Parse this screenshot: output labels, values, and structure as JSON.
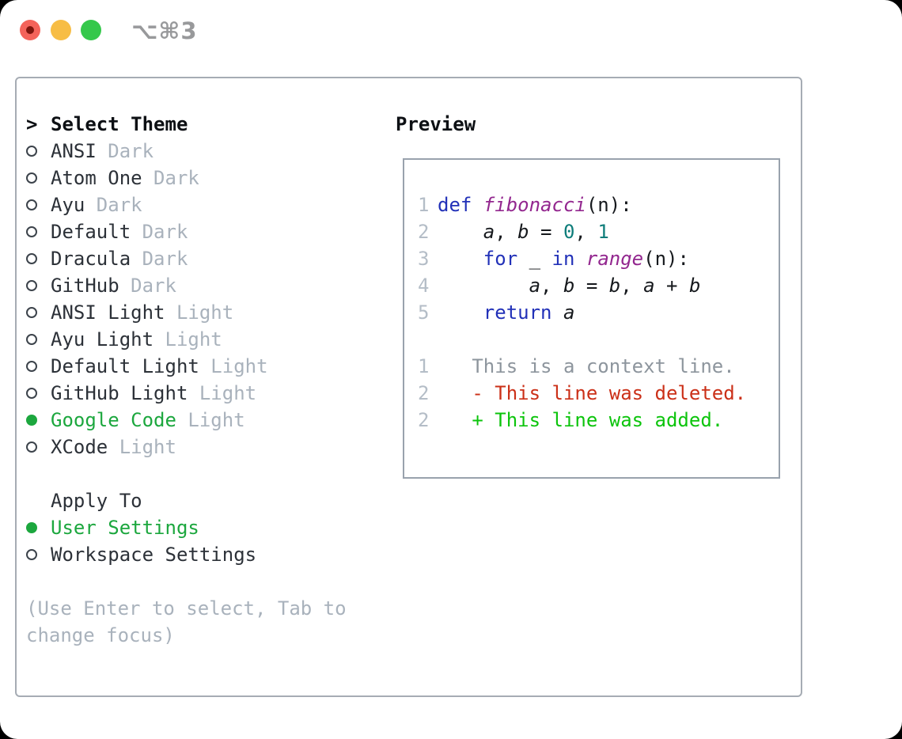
{
  "window": {
    "title": "⌥⌘3"
  },
  "colors": {
    "accent_green": "#1ca73e",
    "muted": "#a9b2bc",
    "text_dark": "#2c3138",
    "header_dark": "#0d1014",
    "panel_border": "#a6acb4",
    "preview_border": "#99a2ad",
    "line_number": "#b4bdc7",
    "syntax_keyword": "#2231b8",
    "syntax_function": "#93278f",
    "syntax_literal": "#0e7d7a",
    "syntax_plain": "#16191d",
    "diff_context": "#8d959d",
    "diff_deleted": "#cb3018",
    "diff_added": "#0cc40c",
    "titlebar_text": "#98999b",
    "traffic_red": "#f4635a",
    "traffic_red_dot": "#7e150d",
    "traffic_yellow": "#f7bd45",
    "traffic_green": "#35c84b"
  },
  "theme_panel": {
    "header": {
      "cursor": ">",
      "label": "Select Theme"
    },
    "themes": [
      {
        "name": "ANSI",
        "variant": "Dark",
        "selected": false
      },
      {
        "name": "Atom One",
        "variant": "Dark",
        "selected": false
      },
      {
        "name": "Ayu",
        "variant": "Dark",
        "selected": false
      },
      {
        "name": "Default",
        "variant": "Dark",
        "selected": false
      },
      {
        "name": "Dracula",
        "variant": "Dark",
        "selected": false
      },
      {
        "name": "GitHub",
        "variant": "Dark",
        "selected": false
      },
      {
        "name": "ANSI Light",
        "variant": "Light",
        "selected": false
      },
      {
        "name": "Ayu Light",
        "variant": "Light",
        "selected": false
      },
      {
        "name": "Default Light",
        "variant": "Light",
        "selected": false
      },
      {
        "name": "GitHub Light",
        "variant": "Light",
        "selected": false
      },
      {
        "name": "Google Code",
        "variant": "Light",
        "selected": true
      },
      {
        "name": "XCode",
        "variant": "Light",
        "selected": false
      }
    ],
    "apply_to": {
      "label": "Apply To",
      "options": [
        {
          "label": "User Settings",
          "selected": true
        },
        {
          "label": "Workspace Settings",
          "selected": false
        }
      ]
    },
    "help_lines": [
      "(Use Enter to select, Tab to",
      "change focus)"
    ]
  },
  "preview": {
    "label": "Preview",
    "code": [
      {
        "no": "1",
        "tokens": [
          {
            "t": "def",
            "c": "kw"
          },
          {
            "t": " ",
            "c": "pln"
          },
          {
            "t": "fibonacci",
            "c": "fn"
          },
          {
            "t": "(n):",
            "c": "pln"
          }
        ]
      },
      {
        "no": "2",
        "tokens": [
          {
            "t": "    ",
            "c": "pln"
          },
          {
            "t": "a",
            "c": "idn"
          },
          {
            "t": ", ",
            "c": "pln"
          },
          {
            "t": "b",
            "c": "idn"
          },
          {
            "t": " = ",
            "c": "pln"
          },
          {
            "t": "0",
            "c": "lit"
          },
          {
            "t": ", ",
            "c": "pln"
          },
          {
            "t": "1",
            "c": "lit"
          }
        ]
      },
      {
        "no": "3",
        "tokens": [
          {
            "t": "    ",
            "c": "pln"
          },
          {
            "t": "for",
            "c": "kw"
          },
          {
            "t": " _ ",
            "c": "pln"
          },
          {
            "t": "in",
            "c": "kw"
          },
          {
            "t": " ",
            "c": "pln"
          },
          {
            "t": "range",
            "c": "fn"
          },
          {
            "t": "(n):",
            "c": "pln"
          }
        ]
      },
      {
        "no": "4",
        "tokens": [
          {
            "t": "        ",
            "c": "pln"
          },
          {
            "t": "a",
            "c": "idn"
          },
          {
            "t": ", ",
            "c": "pln"
          },
          {
            "t": "b",
            "c": "idn"
          },
          {
            "t": " = ",
            "c": "pln"
          },
          {
            "t": "b",
            "c": "idn"
          },
          {
            "t": ", ",
            "c": "pln"
          },
          {
            "t": "a",
            "c": "idn"
          },
          {
            "t": " + ",
            "c": "pln"
          },
          {
            "t": "b",
            "c": "idn"
          }
        ]
      },
      {
        "no": "5",
        "tokens": [
          {
            "t": "    ",
            "c": "pln"
          },
          {
            "t": "return",
            "c": "kw"
          },
          {
            "t": " ",
            "c": "pln"
          },
          {
            "t": "a",
            "c": "idn"
          }
        ]
      }
    ],
    "diff": [
      {
        "no": "1",
        "type": "context",
        "text": "   This is a context line."
      },
      {
        "no": "2",
        "type": "deleted",
        "text": "   - This line was deleted."
      },
      {
        "no": "2",
        "type": "added",
        "text": "   + This line was added."
      }
    ]
  }
}
